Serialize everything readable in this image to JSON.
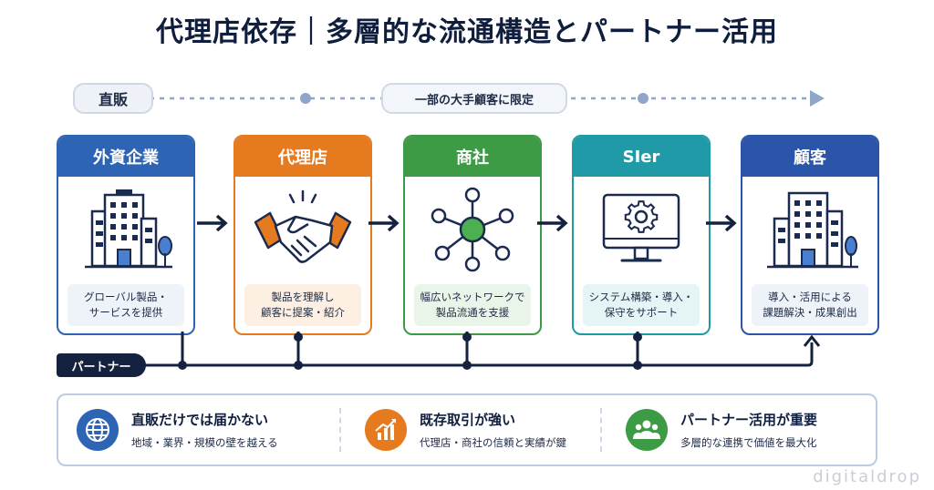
{
  "title": "代理店依存｜多層的な流通構造とパートナー活用",
  "direct": {
    "label": "直販",
    "note": "一部の大手顧客に限定"
  },
  "cards": [
    {
      "title": "外資企業",
      "icon": "office-building-icon",
      "desc": "グローバル製品・\nサービスを提供",
      "color": "#2d64b4",
      "bg": "#eef3fa"
    },
    {
      "title": "代理店",
      "icon": "handshake-icon",
      "desc": "製品を理解し\n顧客に提案・紹介",
      "color": "#e57a1f",
      "bg": "#fdf0e3"
    },
    {
      "title": "商社",
      "icon": "network-hub-icon",
      "desc": "幅広いネットワークで\n製品流通を支援",
      "color": "#3d9a45",
      "bg": "#eaf5ea"
    },
    {
      "title": "SIer",
      "icon": "monitor-gear-icon",
      "desc": "システム構築・導入・\n保守をサポート",
      "color": "#1f9aa6",
      "bg": "#e5f4f5"
    },
    {
      "title": "顧客",
      "icon": "office-building-icon",
      "desc": "導入・活用による\n課題解決・成果創出",
      "color": "#2a55a8",
      "bg": "#eef3fa"
    }
  ],
  "partner": {
    "label": "パートナー"
  },
  "features": [
    {
      "title": "直販だけでは届かない",
      "sub": "地域・業界・規模の壁を越える",
      "icon": "globe-icon",
      "color": "#2d64b4"
    },
    {
      "title": "既存取引が強い",
      "sub": "代理店・商社の信頼と実績が鍵",
      "icon": "growth-chart-icon",
      "color": "#e57a1f"
    },
    {
      "title": "パートナー活用が重要",
      "sub": "多層的な連携で価値を最大化",
      "icon": "people-group-icon",
      "color": "#3d9a45"
    }
  ],
  "watermark": "digitaldrop"
}
